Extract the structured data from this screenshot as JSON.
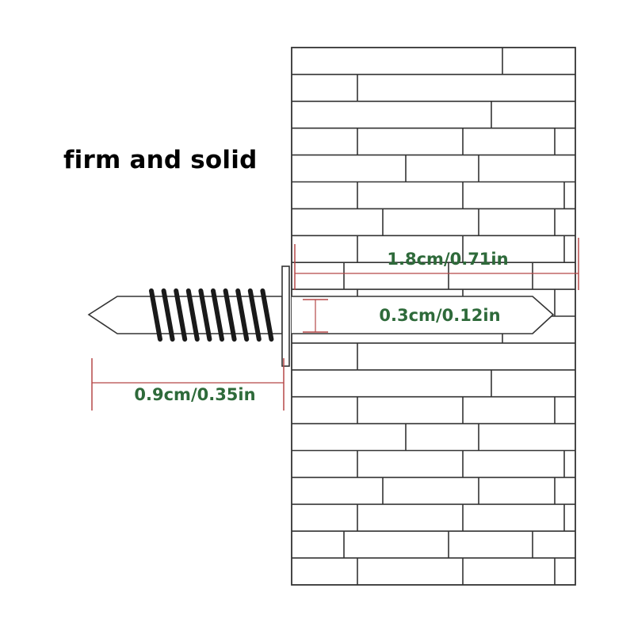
{
  "heading": "firm and solid",
  "dimensions": {
    "length": "1.8cm/0.71in",
    "thread_diameter": "0.3cm/0.12in",
    "head_offset": "0.9cm/0.35in"
  },
  "colors": {
    "brick_stroke": "#333333",
    "dimension_line": "#b54848",
    "dimension_text": "#2e6a3a",
    "screw_thread": "#1a1a1a"
  },
  "icons": [
    "screw-icon",
    "brick-wall-icon"
  ]
}
